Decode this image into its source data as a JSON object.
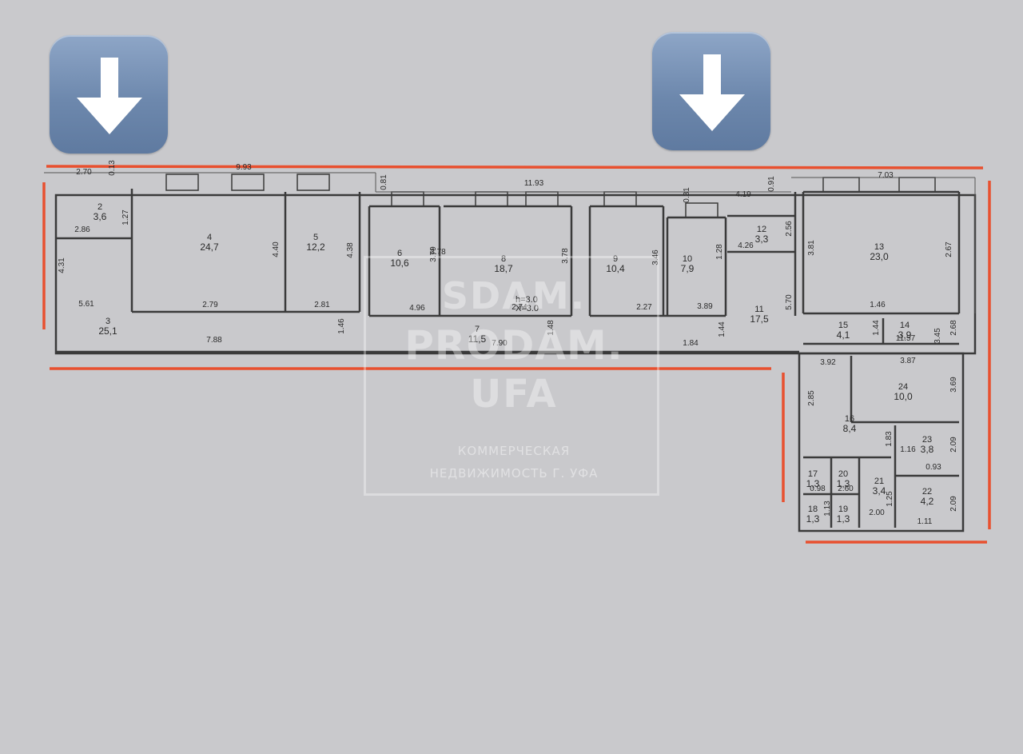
{
  "icons": [
    "down-arrow-icon",
    "down-arrow-icon"
  ],
  "highlight_color": "#e8502f",
  "watermark": {
    "line1": "SDAM.",
    "line2": "PRODAM.",
    "line3": "UFA",
    "line4": "КОММЕРЧЕСКАЯ",
    "line5": "НЕДВИЖИМОСТЬ Г. УФА"
  },
  "rooms": [
    {
      "no": "2",
      "area": "3,6"
    },
    {
      "no": "3",
      "area": "25,1"
    },
    {
      "no": "4",
      "area": "24,7"
    },
    {
      "no": "5",
      "area": "12,2"
    },
    {
      "no": "6",
      "area": "10,6"
    },
    {
      "no": "7",
      "area": "11,5"
    },
    {
      "no": "8",
      "area": "18,7"
    },
    {
      "no": "9",
      "area": "10,4"
    },
    {
      "no": "10",
      "area": "7,9"
    },
    {
      "no": "11",
      "area": "17,5"
    },
    {
      "no": "12",
      "area": "3,3"
    },
    {
      "no": "13",
      "area": "23,0"
    },
    {
      "no": "14",
      "area": "3,9"
    },
    {
      "no": "15",
      "area": "4,1"
    },
    {
      "no": "16",
      "area": "8,4"
    },
    {
      "no": "17",
      "area": "1,3"
    },
    {
      "no": "18",
      "area": "1,3"
    },
    {
      "no": "19",
      "area": "1,3"
    },
    {
      "no": "20",
      "area": "1,3"
    },
    {
      "no": "21",
      "area": "3,4"
    },
    {
      "no": "22",
      "area": "4,2"
    },
    {
      "no": "23",
      "area": "3,8"
    },
    {
      "no": "24",
      "area": "10,0"
    }
  ],
  "dimensions": [
    "2.70",
    "0.13",
    "9.93",
    "0.81",
    "11.93",
    "0.31",
    "4.19",
    "0.91",
    "7.03",
    "2.86",
    "1.27",
    "4.31",
    "4.40",
    "4.38",
    "3.79",
    "3.78",
    "3.78",
    "3.46",
    "1.28",
    "2.56",
    "4.26",
    "3.81",
    "2.67",
    "5.61",
    "2.79",
    "2.81",
    "4.96",
    "2.74",
    "2.27",
    "3.89",
    "5.70",
    "1.46",
    "1.46",
    "1.48",
    "1.44",
    "1.44",
    "2.68",
    "11.57",
    "7.88",
    "7.90",
    "1.84",
    "3.92",
    "3.87",
    "2.85",
    "3.69",
    "3.45",
    "1.16",
    "1.83",
    "2.09",
    "0.93",
    "0.98",
    "2.60",
    "1.25",
    "2.00",
    "2.09",
    "1.11",
    "1.13"
  ],
  "height_note": {
    "h": "h=3.0",
    "x": "X=3.0"
  }
}
